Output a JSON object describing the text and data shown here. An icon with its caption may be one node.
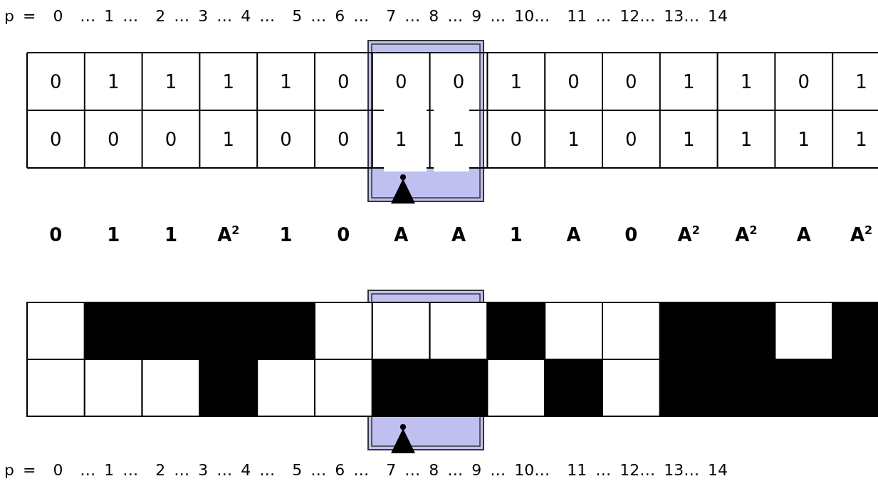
{
  "diagram": {
    "labels": [
      "p =  0  … 1 …  2 … 3 … 4 …  5 … 6 …  7 … 8 … 9 … 10…  11 … 12… 13… 14",
      "0",
      "1",
      "1",
      "1",
      "1",
      "0",
      "0",
      "0",
      "1",
      "0",
      "0",
      "1",
      "1",
      "0",
      "1",
      "0",
      "0",
      "0",
      "1",
      "0",
      "0",
      "1",
      "1",
      "0",
      "1",
      "0",
      "1",
      "1",
      "1",
      "1",
      "0",
      "1",
      "1",
      "A$^{2}$",
      "1",
      "0",
      "A",
      "A",
      "1",
      "A",
      "0",
      "A$^{2}$",
      "A$^{2}$",
      "A",
      "A$^{2}$",
      "p =  0  … 1 …  2 … 3 … 4 …  5 … 6 …  7 … 8 … 9 … 10…  11 … 12… 13… 14"
    ]
  }
}
